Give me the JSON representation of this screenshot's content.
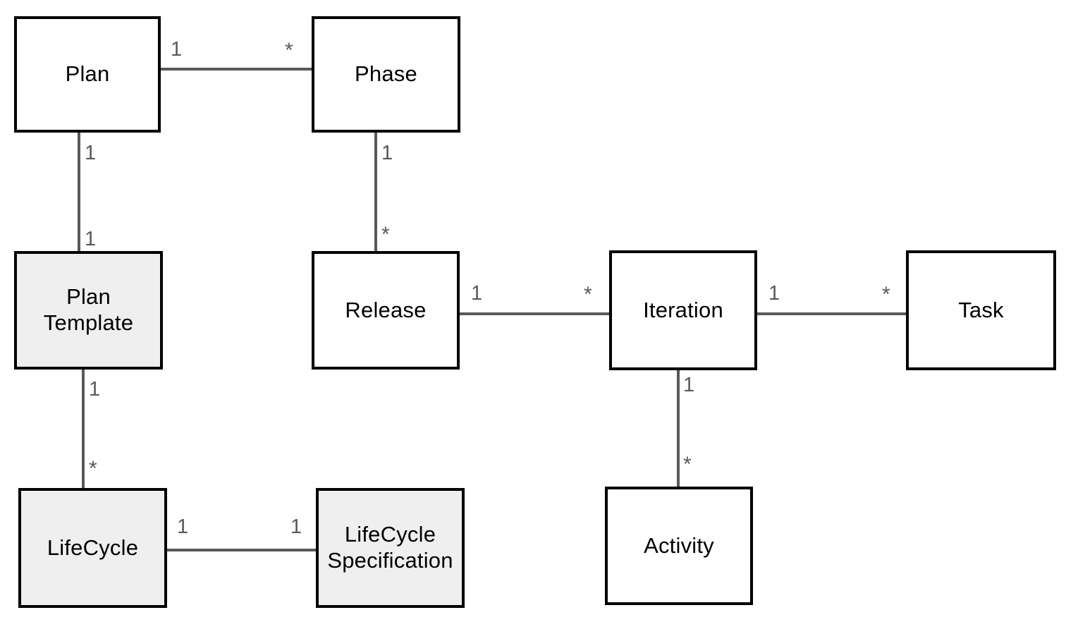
{
  "diagram": {
    "type": "uml-class-diagram",
    "title": "",
    "colors": {
      "box_border": "#000000",
      "box_fill_white": "#ffffff",
      "box_fill_gray": "#efefef",
      "connector": "#595959",
      "multiplicity_text": "#595959",
      "label_text": "#000000",
      "background": "#ffffff"
    },
    "classes": [
      {
        "id": "plan",
        "label": "Plan",
        "fill": "white"
      },
      {
        "id": "phase",
        "label": "Phase",
        "fill": "white"
      },
      {
        "id": "plantemplate",
        "label": "Plan\nTemplate",
        "fill": "gray"
      },
      {
        "id": "release",
        "label": "Release",
        "fill": "white"
      },
      {
        "id": "iteration",
        "label": "Iteration",
        "fill": "white"
      },
      {
        "id": "task",
        "label": "Task",
        "fill": "white"
      },
      {
        "id": "lifecycle",
        "label": "LifeCycle",
        "fill": "gray"
      },
      {
        "id": "lifecyclespec",
        "label": "LifeCycle\nSpecification",
        "fill": "gray"
      },
      {
        "id": "activity",
        "label": "Activity",
        "fill": "white"
      }
    ],
    "associations": [
      {
        "id": "plan-phase",
        "from": "plan",
        "to": "phase",
        "from_mult": "1",
        "to_mult": "*"
      },
      {
        "id": "plan-plantemplate",
        "from": "plan",
        "to": "plantemplate",
        "from_mult": "1",
        "to_mult": "1"
      },
      {
        "id": "phase-release",
        "from": "phase",
        "to": "release",
        "from_mult": "1",
        "to_mult": "*"
      },
      {
        "id": "release-iteration",
        "from": "release",
        "to": "iteration",
        "from_mult": "1",
        "to_mult": "*"
      },
      {
        "id": "iteration-task",
        "from": "iteration",
        "to": "task",
        "from_mult": "1",
        "to_mult": "*"
      },
      {
        "id": "iteration-activity",
        "from": "iteration",
        "to": "activity",
        "from_mult": "1",
        "to_mult": "*"
      },
      {
        "id": "plantemplate-lifecycle",
        "from": "plantemplate",
        "to": "lifecycle",
        "from_mult": "1",
        "to_mult": "*"
      },
      {
        "id": "lifecycle-lifecyclespec",
        "from": "lifecycle",
        "to": "lifecyclespec",
        "from_mult": "1",
        "to_mult": "1"
      }
    ]
  }
}
